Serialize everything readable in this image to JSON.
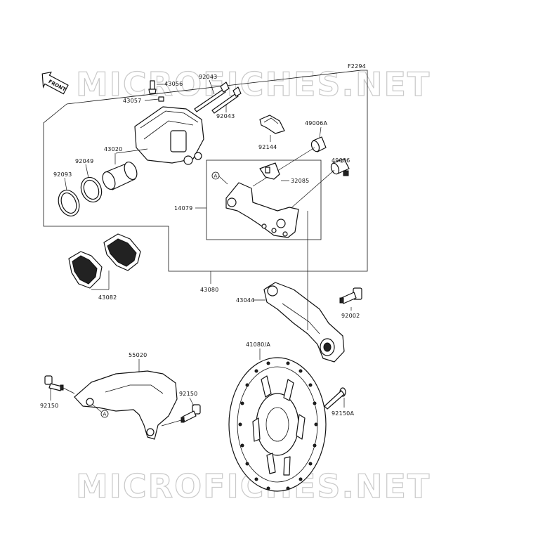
{
  "diagram": {
    "figure_code": "F2294",
    "front_tag": "FRONT",
    "watermark_text": "MICROFICHES.NET",
    "reference_marker": "A",
    "part_labels": {
      "p43056": "43056",
      "p43057": "43057",
      "p92043_a": "92043",
      "p92043_b": "92043",
      "p92144": "92144",
      "p49006a": "49006A",
      "p43020": "43020",
      "p92049": "92049",
      "p92093": "92093",
      "p49006": "49006",
      "p32085": "32085",
      "p14079": "14079",
      "p43082": "43082",
      "p43080": "43080",
      "p43044": "43044",
      "p92002": "92002",
      "p41080a": "41080/A",
      "p55020": "55020",
      "p92150_a": "92150",
      "p92150_b": "92150",
      "p92150a": "92150A"
    }
  }
}
